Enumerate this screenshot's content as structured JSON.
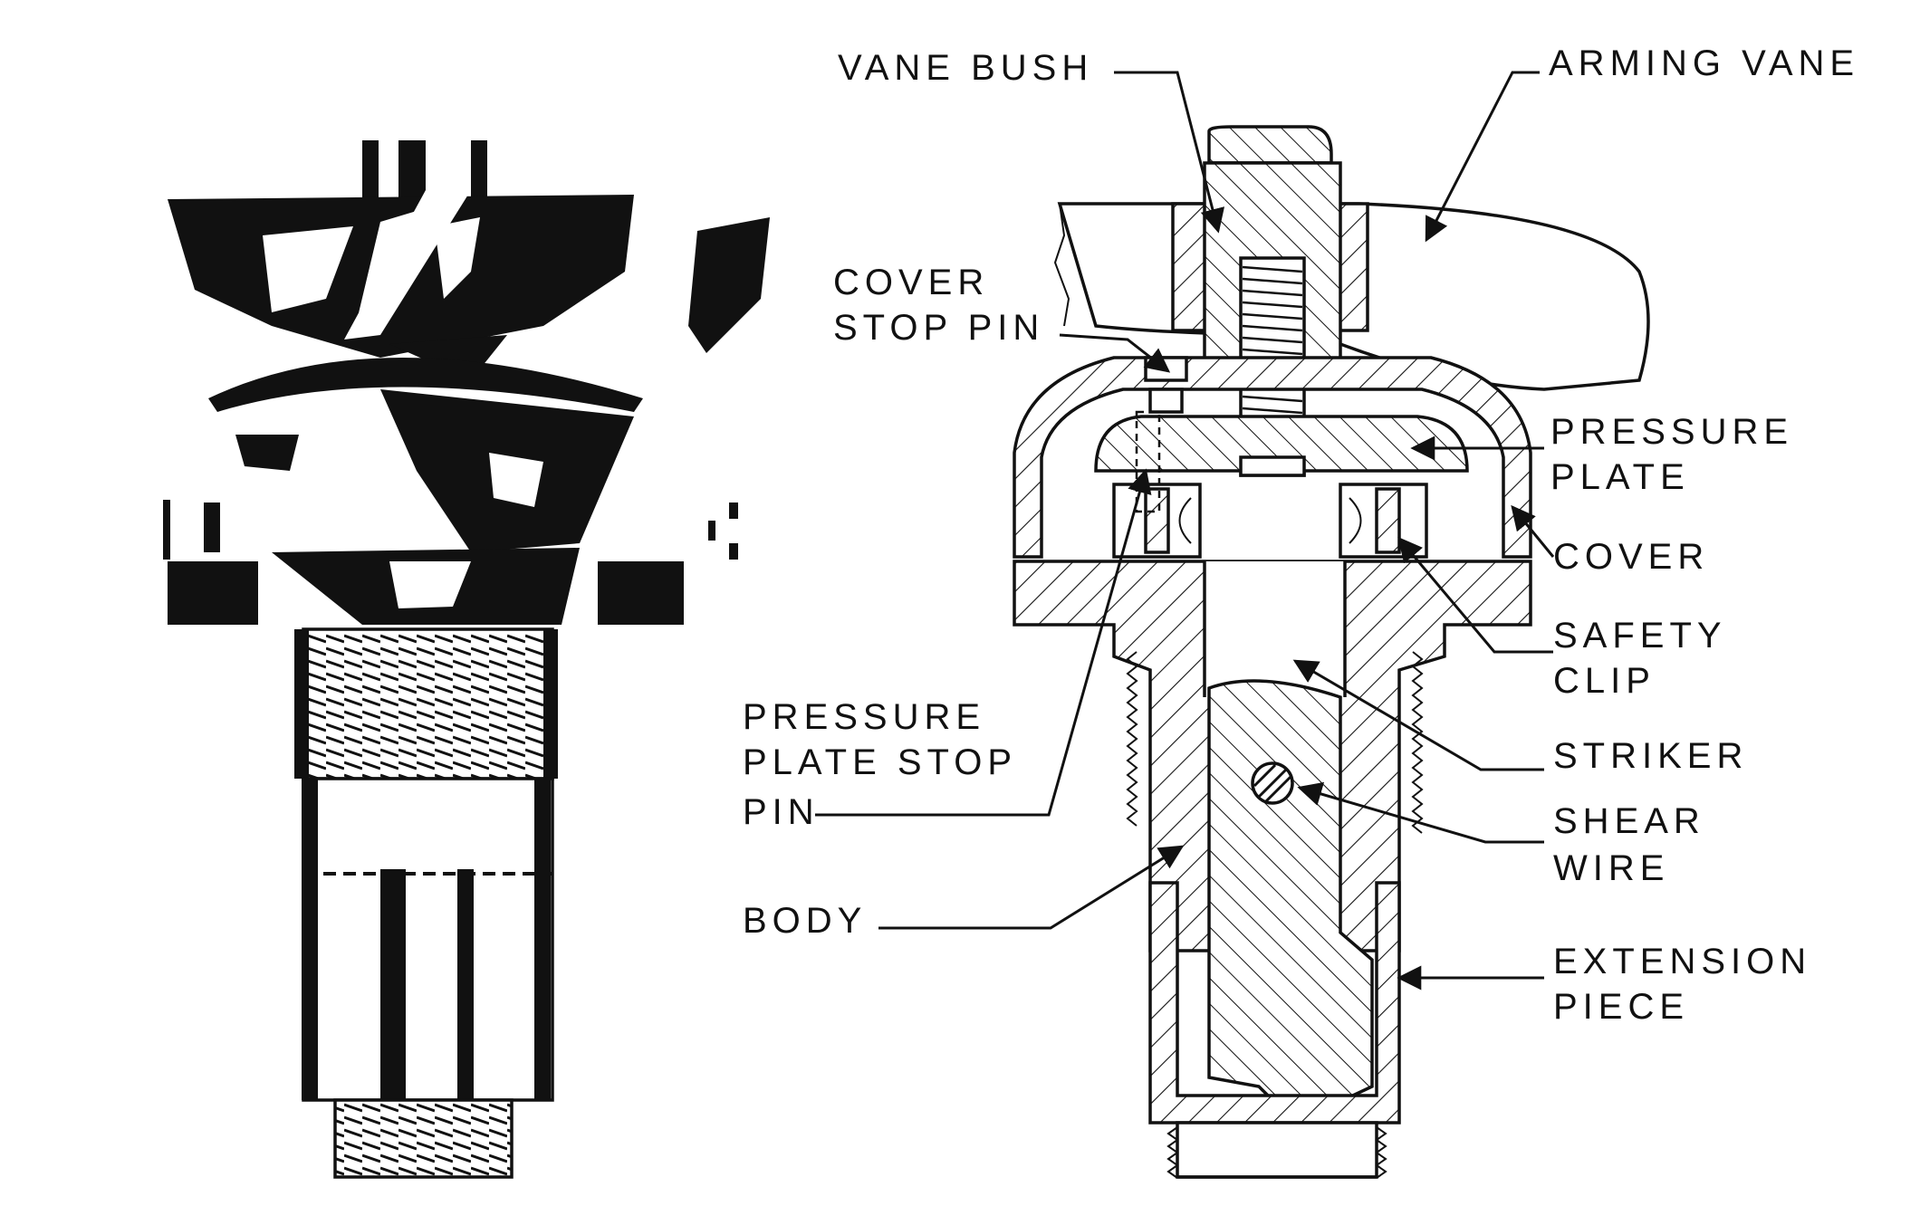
{
  "diagram": {
    "labels": {
      "vane_bush": "VANE BUSH",
      "arming_vane": "ARMING VANE",
      "cover_stop_pin_1": "COVER",
      "cover_stop_pin_2": "STOP PIN",
      "pressure_plate_1": "PRESSURE",
      "pressure_plate_2": "PLATE",
      "cover": "COVER",
      "safety_clip_1": "SAFETY",
      "safety_clip_2": "CLIP",
      "pressure_plate_stop_pin_1": "PRESSURE",
      "pressure_plate_stop_pin_2": "PLATE STOP",
      "pressure_plate_stop_pin_3": "PIN",
      "striker": "STRIKER",
      "shear_wire_1": "SHEAR",
      "shear_wire_2": "WIRE",
      "body": "BODY",
      "extension_piece_1": "EXTENSION",
      "extension_piece_2": "PIECE"
    }
  },
  "colors": {
    "ink": "#111111",
    "paper": "#ffffff"
  }
}
